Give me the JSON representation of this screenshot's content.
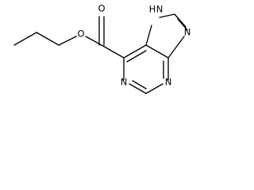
{
  "molecule": {
    "atoms": {
      "carbonyl_oxygen": "O",
      "ester_oxygen": "O",
      "nh": "H",
      "nh_nitrogen": "N",
      "imidazole_n": "N",
      "pyrimidine_n_lower_right": "N",
      "pyrimidine_n_left": "N"
    },
    "colors": {
      "ink": "#000000",
      "background": "#ffffff"
    }
  }
}
